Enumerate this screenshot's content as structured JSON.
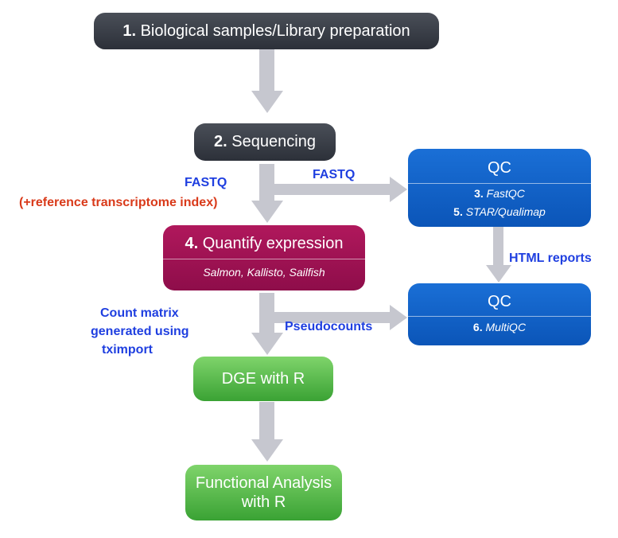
{
  "step1": {
    "num": "1.",
    "text": " Biological samples/Library preparation"
  },
  "step2": {
    "num": "2.",
    "text": " Sequencing"
  },
  "step4": {
    "num": "4.",
    "text": " Quantify expression",
    "tools": "Salmon, Kallisto, Sailfish"
  },
  "qc1": {
    "title": "QC",
    "line1_num": "3. ",
    "line1_tool": "FastQC",
    "line2_num": "5. ",
    "line2_tool": "STAR/Qualimap"
  },
  "qc2": {
    "title": "QC",
    "line1_num": "6. ",
    "line1_tool": "MultiQC"
  },
  "dge": {
    "text": "DGE with R"
  },
  "functional": {
    "line1": "Functional Analysis",
    "line2": "with R"
  },
  "labels": {
    "fastq_left": "FASTQ",
    "reference_index": "(+reference transcriptome index)",
    "fastq_right": "FASTQ",
    "html_reports": "HTML reports",
    "count_matrix_1": "Count matrix",
    "count_matrix_2": "generated using",
    "count_matrix_3": "tximport",
    "pseudocounts": "Pseudocounts"
  },
  "colors": {
    "arrow": "#c6c7cf",
    "dark_box": "#353942",
    "wine_box": "#9e1252",
    "blue_box": "#1264c9",
    "green_box": "#5cbf4c",
    "label_blue": "#1f3fe0",
    "label_red": "#d93a1a"
  }
}
